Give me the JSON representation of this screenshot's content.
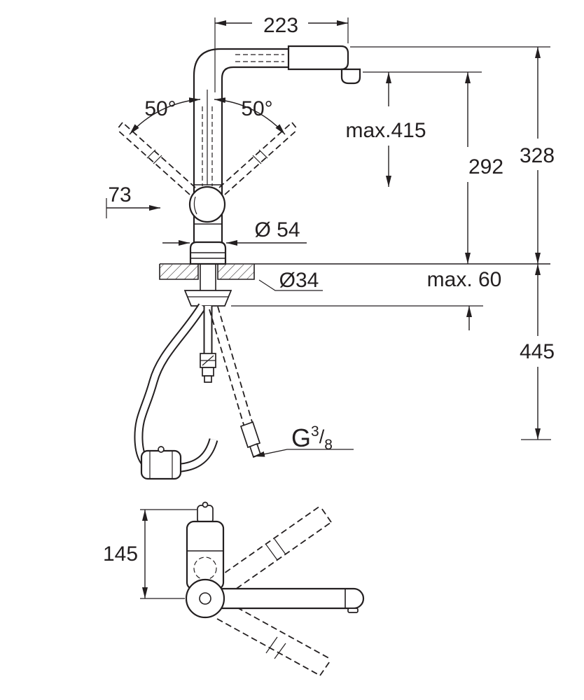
{
  "page": {
    "background": "#ffffff",
    "line_color": "#231f20"
  },
  "main_view": {
    "dims": {
      "spout_reach": "223",
      "handle_angle_left": "50°",
      "handle_angle_right": "50°",
      "pullout_height": "max.415",
      "outlet_height": "292",
      "total_height": "328",
      "handle_offset": "73",
      "base_diameter": "Ø 54",
      "hole_diameter": "Ø34",
      "counter_thickness": "max. 60",
      "hose_length": "445"
    },
    "thread": {
      "letter": "G",
      "numerator": "3",
      "slash": "/",
      "denominator": "8"
    }
  },
  "top_view": {
    "dims": {
      "body_depth": "145"
    }
  }
}
